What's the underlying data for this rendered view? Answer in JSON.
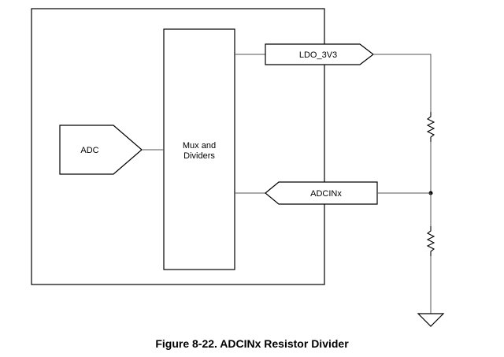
{
  "diagram": {
    "adc_label": "ADC",
    "mux_label_line1": "Mux and",
    "mux_label_line2": "Dividers",
    "ldo_label": "LDO_3V3",
    "adcin_label": "ADCINx"
  },
  "caption": "Figure 8-22. ADCINx Resistor Divider",
  "colors": {
    "stroke": "#000000",
    "wire": "#555555",
    "background": "#ffffff"
  }
}
